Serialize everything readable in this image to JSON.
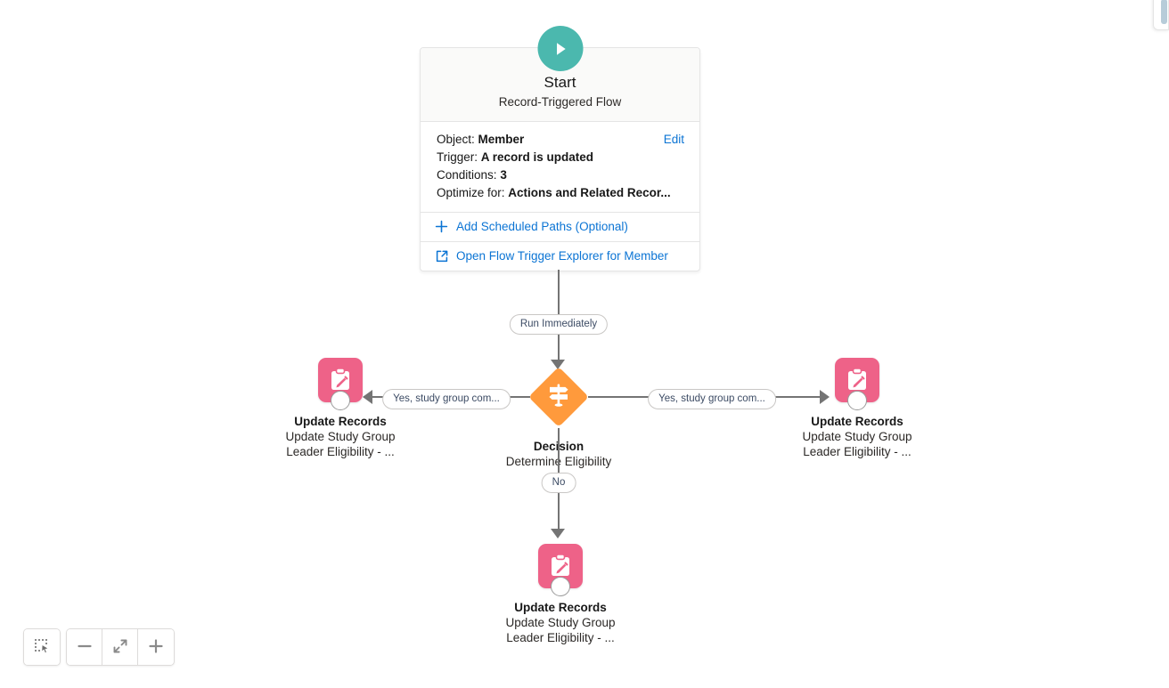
{
  "start": {
    "icon": "play-icon",
    "title": "Start",
    "subtitle": "Record-Triggered Flow",
    "edit_label": "Edit",
    "details": [
      {
        "label": "Object:",
        "value": "Member"
      },
      {
        "label": "Trigger:",
        "value": "A record is updated"
      },
      {
        "label": "Conditions:",
        "value": "3"
      },
      {
        "label": "Optimize for:",
        "value": "Actions and Related Recor..."
      }
    ],
    "actions": [
      {
        "icon": "plus-icon",
        "label": "Add Scheduled Paths (Optional)"
      },
      {
        "icon": "external-link-icon",
        "label": "Open Flow Trigger Explorer for Member"
      }
    ]
  },
  "connectors": {
    "run_immediately": "Run Immediately",
    "branch_left": "Yes, study group com...",
    "branch_right": "Yes, study group com...",
    "branch_no": "No"
  },
  "decision": {
    "type": "Decision",
    "name": "Determine Eligibility",
    "icon": "decision-signpost-icon"
  },
  "nodes": [
    {
      "type": "Update Records",
      "name_line1": "Update Study Group",
      "name_line2": "Leader Eligibility - ...",
      "icon": "update-records-icon"
    },
    {
      "type": "Update Records",
      "name_line1": "Update Study Group",
      "name_line2": "Leader Eligibility - ...",
      "icon": "update-records-icon"
    },
    {
      "type": "Update Records",
      "name_line1": "Update Study Group",
      "name_line2": "Leader Eligibility - ...",
      "icon": "update-records-icon"
    }
  ],
  "toolbar": {
    "buttons": [
      {
        "name": "marquee-select",
        "icon": "marquee-select-icon"
      },
      {
        "name": "zoom-out",
        "icon": "minus-icon"
      },
      {
        "name": "fit-to-view",
        "icon": "expand-arrows-icon"
      },
      {
        "name": "zoom-in",
        "icon": "plus-icon"
      }
    ]
  },
  "colors": {
    "start_accent": "#4bb8ae",
    "decision_accent": "#ff9a3c",
    "update_accent": "#ee6288",
    "link": "#0b74d4",
    "connector": "#747474"
  }
}
